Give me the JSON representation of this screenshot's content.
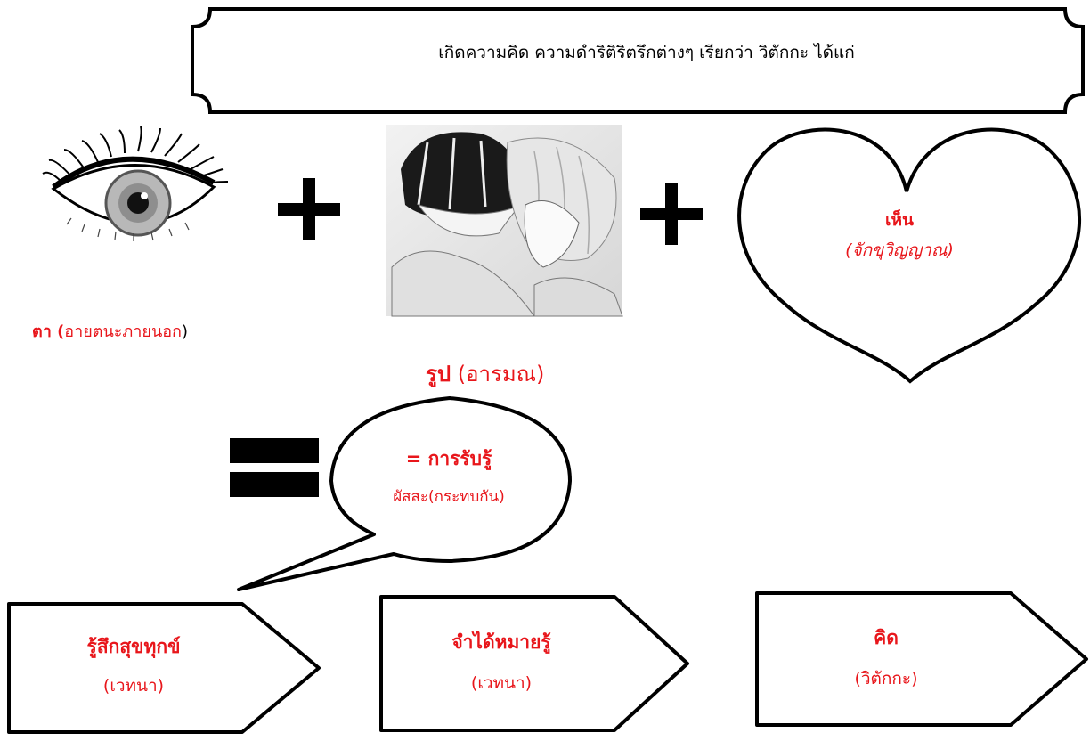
{
  "banner": {
    "text": "เกิดความคิด ความดำริติริตรึกต่างๆ เรียกว่า วิตักกะ ได้แก่"
  },
  "eye": {
    "label_bold": "ตา (",
    "label_rest": "อายตนะภายนอก",
    "label_close": ")"
  },
  "plus1": "+",
  "plus2": "+",
  "image": {
    "label_bold": "รูป",
    "label_rest": " (อารมณ)"
  },
  "heart": {
    "title": "เห็น",
    "subtitle": "(จักขุวิญญาณ)"
  },
  "equals": "=",
  "bubble": {
    "title": "=  การรับรู้",
    "subtitle": "ผัสสะ(กระทบกัน)"
  },
  "steps": [
    {
      "title": "รู้สึกสุขทุกข์",
      "subtitle": "(เวทนา)"
    },
    {
      "title": "จำได้หมายรู้",
      "subtitle": "(เวทนา)"
    },
    {
      "title": "คิด",
      "subtitle": "(วิตักกะ)"
    }
  ],
  "colors": {
    "accent_red": "#e8161b",
    "outline": "#000000"
  }
}
